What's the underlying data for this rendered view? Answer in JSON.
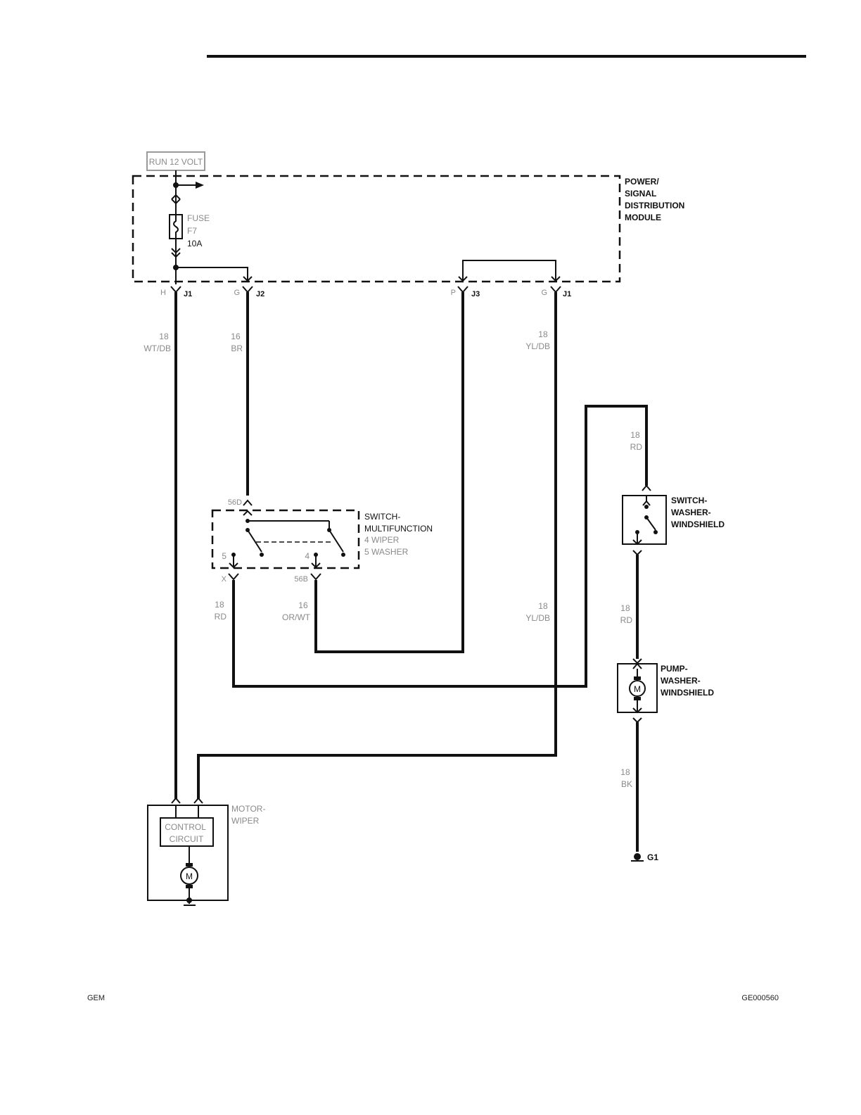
{
  "footer": {
    "left_code": "GEM",
    "right_code": "GE000560"
  },
  "power_source": {
    "label": "RUN 12 VOLT"
  },
  "modules": {
    "pdm": {
      "label_lines": [
        "POWER/",
        "SIGNAL",
        "DISTRIBUTION",
        "MODULE"
      ]
    },
    "switch_multifunction": {
      "label_lines": [
        "SWITCH-",
        "MULTIFUNCTION"
      ],
      "sub_lines": [
        "4 WIPER",
        "5 WASHER"
      ],
      "terminal_5": "5",
      "terminal_4": "4"
    },
    "switch_washer": {
      "label_lines": [
        "SWITCH-",
        "WASHER-",
        "WINDSHIELD"
      ]
    },
    "pump_washer": {
      "label_lines": [
        "PUMP-",
        "WASHER-",
        "WINDSHIELD"
      ],
      "motor_symbol": "M"
    },
    "motor_wiper": {
      "label_lines": [
        "MOTOR-",
        "WIPER"
      ],
      "control_lines": [
        "CONTROL",
        "CIRCUIT"
      ],
      "motor_symbol": "M"
    }
  },
  "fuse": {
    "label": "FUSE",
    "id": "F7",
    "rating": "10A"
  },
  "connectors": {
    "c1": {
      "pin": "H",
      "name": "J1"
    },
    "c2": {
      "pin": "G",
      "name": "J2"
    },
    "c3": {
      "pin": "P",
      "name": "J3"
    },
    "c4": {
      "pin": "G",
      "name": "J1"
    },
    "sw_top": {
      "pin": "56D"
    },
    "sw_left": {
      "pin": "X"
    },
    "sw_right": {
      "pin": "56B"
    }
  },
  "wires": {
    "w1": {
      "gauge": "18",
      "color": "WT/DB"
    },
    "w2": {
      "gauge": "16",
      "color": "BR"
    },
    "w3": {
      "gauge": "18",
      "color": "YL/DB"
    },
    "w4": {
      "gauge": "18",
      "color": "RD"
    },
    "w5": {
      "gauge": "18",
      "color": "RD"
    },
    "w6": {
      "gauge": "16",
      "color": "OR/WT"
    },
    "w7": {
      "gauge": "18",
      "color": "YL/DB"
    },
    "w8": {
      "gauge": "18",
      "color": "RD"
    },
    "w9": {
      "gauge": "18",
      "color": "BK"
    }
  },
  "ground": {
    "label": "G1"
  }
}
